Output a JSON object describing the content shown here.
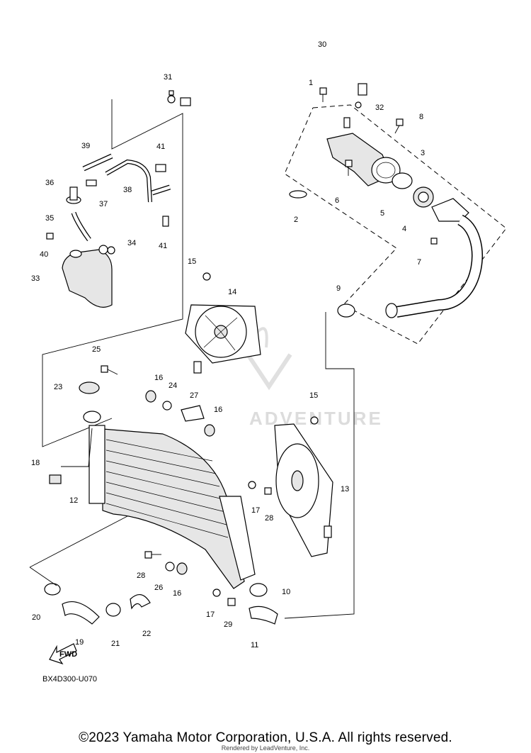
{
  "diagram": {
    "code": "BX4D300-U070",
    "fwd_label": "FWD",
    "watermark": "ADVENTURE",
    "callouts": [
      "1",
      "2",
      "3",
      "4",
      "5",
      "6",
      "7",
      "8",
      "9",
      "10",
      "11",
      "12",
      "13",
      "14",
      "15",
      "15",
      "16",
      "16",
      "16",
      "17",
      "17",
      "18",
      "19",
      "20",
      "21",
      "22",
      "23",
      "24",
      "25",
      "26",
      "27",
      "28",
      "28",
      "29",
      "30",
      "31",
      "32",
      "33",
      "34",
      "35",
      "36",
      "37",
      "38",
      "39",
      "40",
      "41",
      "41"
    ]
  },
  "footer": {
    "copyright": "©2023 Yamaha Motor Corporation, U.S.A. All rights reserved.",
    "rendered_by": "Rendered by LeadVenture, Inc."
  }
}
